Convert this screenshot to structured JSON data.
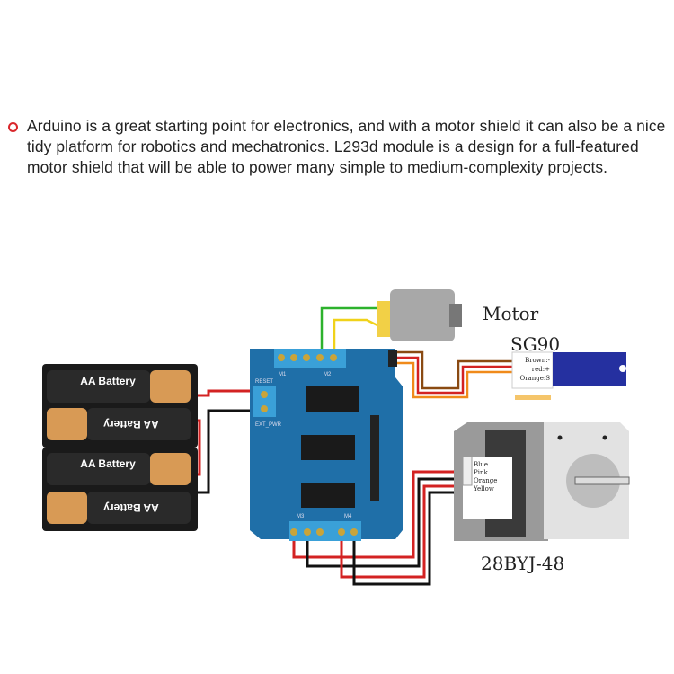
{
  "description": {
    "bullet_color": "#d9262b",
    "text": "Arduino is a great starting point for electronics, and with a motor shield it can also be a nice tidy platform for robotics and mechatronics. L293d module is a design for a full-featured motor shield that will be able to power many simple to medium-complexity projects."
  },
  "diagram": {
    "batteries": {
      "cell_label": "AA Battery"
    },
    "motor": {
      "label": "Motor"
    },
    "servo": {
      "label": "SG90",
      "pins": [
        "Brown:-",
        "red:+",
        "Orange:S"
      ]
    },
    "stepper": {
      "label": "28BYJ-48",
      "wires": [
        "Blue",
        "Pink",
        "Orange",
        "Yellow"
      ]
    },
    "shield": {
      "labels": [
        "RESET",
        "EXT_PWR",
        "M1",
        "M2",
        "M3",
        "M4"
      ],
      "color": "#1f6fa8"
    }
  }
}
